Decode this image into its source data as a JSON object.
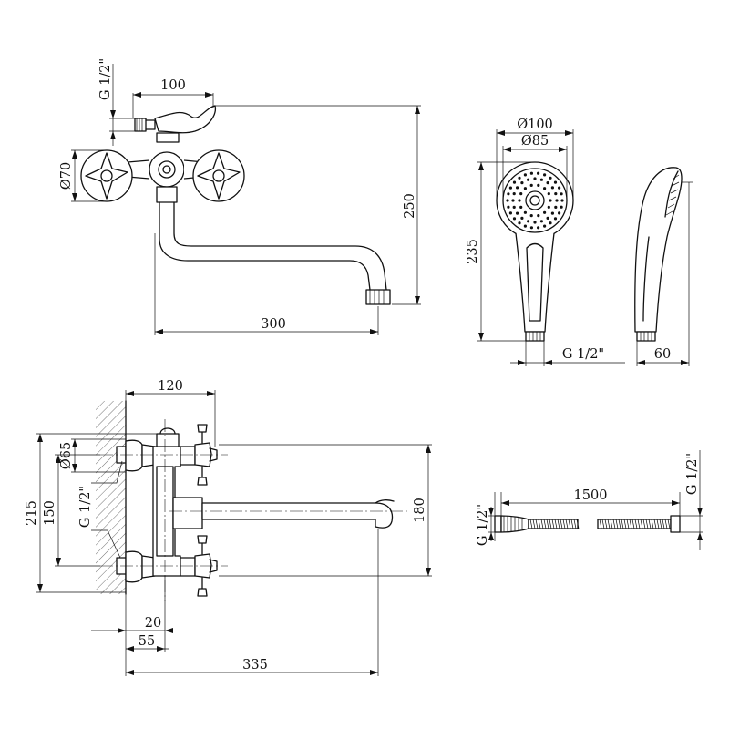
{
  "dimensions": {
    "top_view": {
      "thread": "G 1/2\"",
      "outlet_offset": "100",
      "handle_diameter": "Ø70",
      "height": "250",
      "spout_length": "300"
    },
    "hand_shower_front": {
      "outer_diameter": "Ø100",
      "face_diameter": "Ø85",
      "length": "235",
      "thread": "G 1/2\""
    },
    "hand_shower_side": {
      "depth": "60"
    },
    "front_view": {
      "depth": "120",
      "handle_diameter": "Ø65",
      "overall_height": "215",
      "inlet_spacing": "150",
      "thread": "G 1/2\"",
      "spout_height": "180",
      "wall_offset": "20",
      "spout_axis_offset": "55",
      "spout_reach": "335"
    },
    "hose": {
      "left_thread": "G 1/2\"",
      "length": "1500",
      "right_thread": "G 1/2\""
    }
  }
}
